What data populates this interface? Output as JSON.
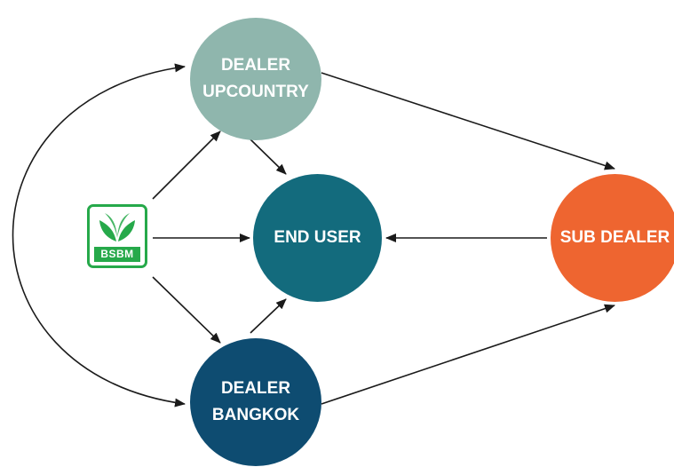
{
  "nodes": {
    "dealer_upcountry": {
      "line1": "DEALER",
      "line2": "UPCOUNTRY",
      "color": "#8fb6ad"
    },
    "end_user": {
      "label": "END USER",
      "color": "#136b7d"
    },
    "sub_dealer": {
      "label": "SUB DEALER",
      "color": "#ee6530"
    },
    "dealer_bangkok": {
      "line1": "DEALER",
      "line2": "BANGKOK",
      "color": "#0e4c71"
    }
  },
  "logo": {
    "text": "BSBM",
    "color": "#26a94a",
    "icon": "leaf-sprout-icon"
  },
  "edge_color": "#1a1a1a"
}
